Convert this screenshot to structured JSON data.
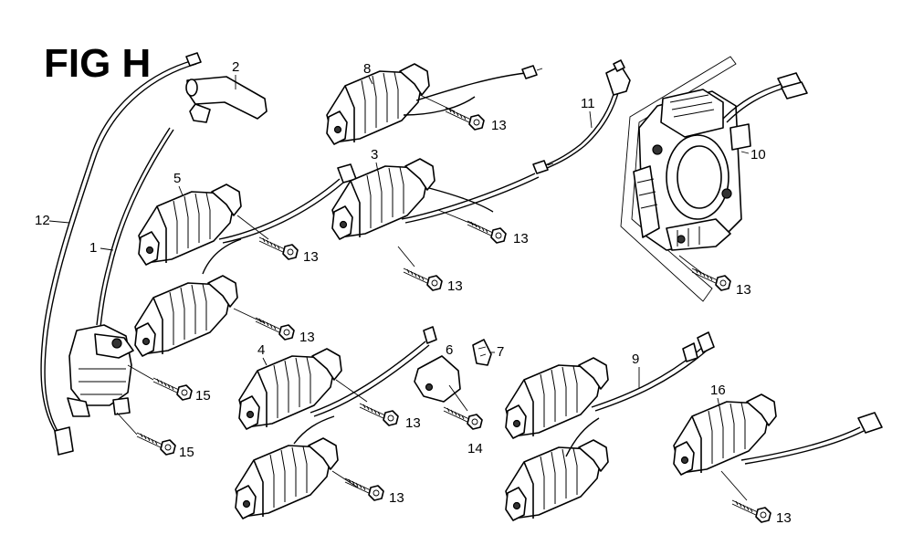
{
  "figure": {
    "title": "FIG H"
  },
  "callouts": {
    "c1": "1",
    "c2": "2",
    "c3": "3",
    "c4": "4",
    "c5": "5",
    "c6": "6",
    "c7": "7",
    "c8": "8",
    "c9": "9",
    "c10": "10",
    "c11": "11",
    "c12": "12",
    "c13": "13",
    "c14": "14",
    "c15": "15",
    "c16": "16"
  }
}
